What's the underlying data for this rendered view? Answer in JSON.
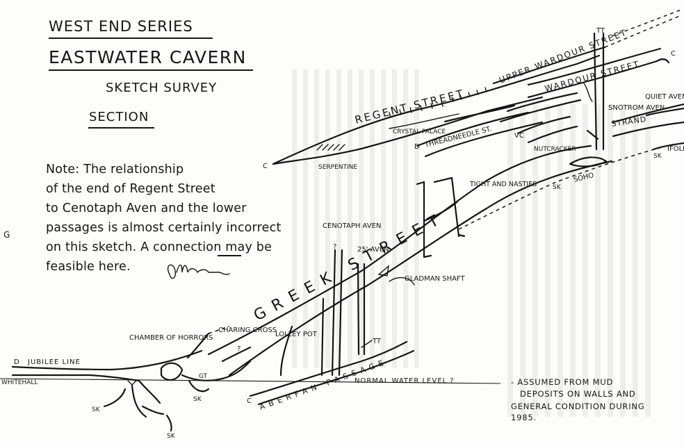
{
  "title": {
    "series": "WEST END SERIES",
    "cave": "EASTWATER CAVERN",
    "subtitle": "SKETCH SURVEY",
    "view": "SECTION"
  },
  "note": {
    "lines": [
      "Note: The relationship",
      "of the end of Regent Street",
      "to Cenotaph Aven and the lower",
      "passages is almost certainly incorrect",
      "on this sketch. A connection may be",
      "feasible here."
    ],
    "emphasis": "may",
    "signature": "OM Smith"
  },
  "labels": {
    "regent_street": "REGENT STREET",
    "upper_wardour": "UPPER WARDOUR STREET",
    "wardour_street": "WARDOUR STREET",
    "quiet_aven": "QUIET AVEN",
    "snotrom_aven": "SNOTROM AVEN",
    "strand": "STRAND",
    "crystal_palace": "CRYSTAL PALACE",
    "threadneedle": "THREADNEEDLE ST.",
    "vc": "VC",
    "nutcracker": "NUTCRACKER",
    "serpentine": "SERPENTINE",
    "soho": "SOHO",
    "ifold": "IFOLD",
    "greek_street": "GREEK STREET",
    "tight_and_nasties": "TIGHT AND NASTIES",
    "cenotaph_aven": "CENOTAPH AVEN",
    "aven_25": "25' AVEN",
    "gladman_shaft": "GLADMAN SHAFT",
    "chamber_of_horrors": "CHAMBER OF HORRORS",
    "charing_cross": "CHARING CROSS",
    "lolley_pot": "LOLLEY POT",
    "jubilee_line": "JUBILEE LINE",
    "whitehall": "WHITEHALL",
    "aberfan_passage": "ABERFAN PASSAGE",
    "normal_water_level": "NORMAL WATER LEVEL ?",
    "gt": "GT",
    "markers": {
      "c": "C",
      "d": "D",
      "tt": "TT",
      "sk": "SK",
      "q": "?"
    }
  },
  "assumption_note": [
    "- ASSUMED FROM MUD",
    "DEPOSITS ON WALLS AND",
    "GENERAL CONDITION DURING",
    "1985."
  ],
  "margin_mark": "G"
}
